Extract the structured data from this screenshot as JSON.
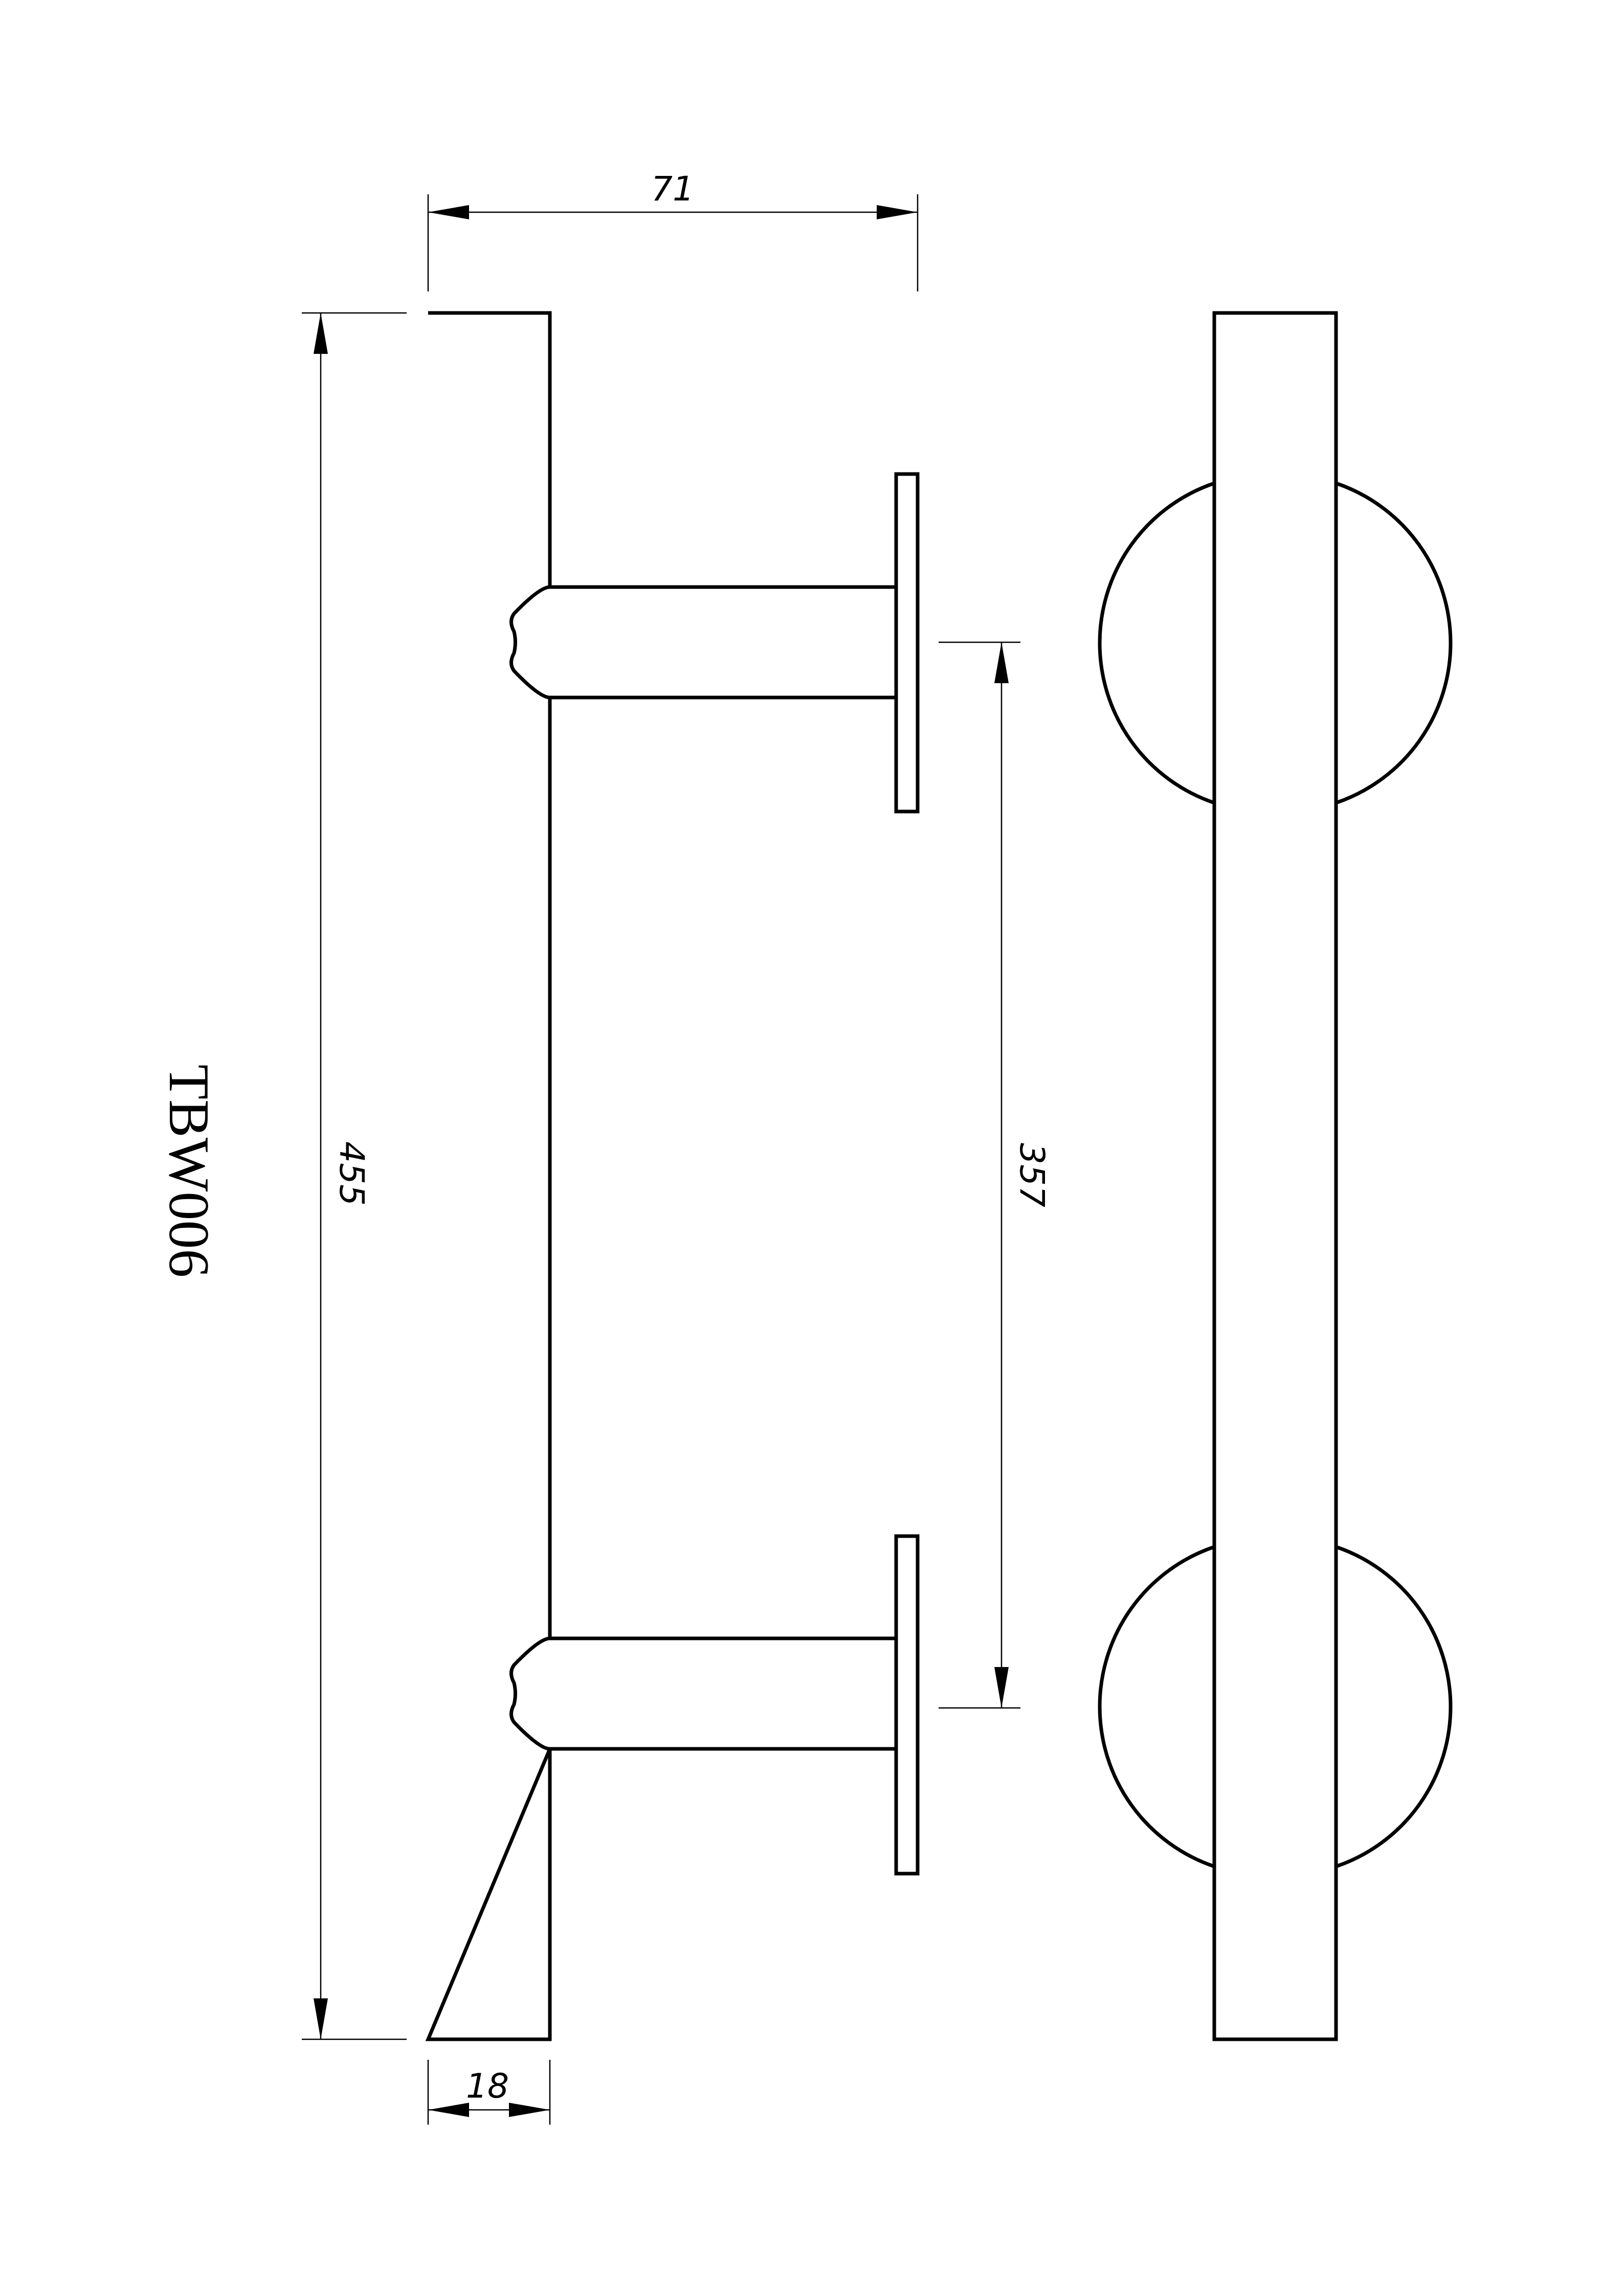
{
  "drawing": {
    "model": "TBW006",
    "dimensions": {
      "projection": "71",
      "overall_length": "455",
      "center_to_center": "357",
      "bar_width": "18"
    },
    "views": [
      "side-view",
      "front-view"
    ],
    "colors": {
      "line": "#000000",
      "background": "#ffffff"
    }
  }
}
